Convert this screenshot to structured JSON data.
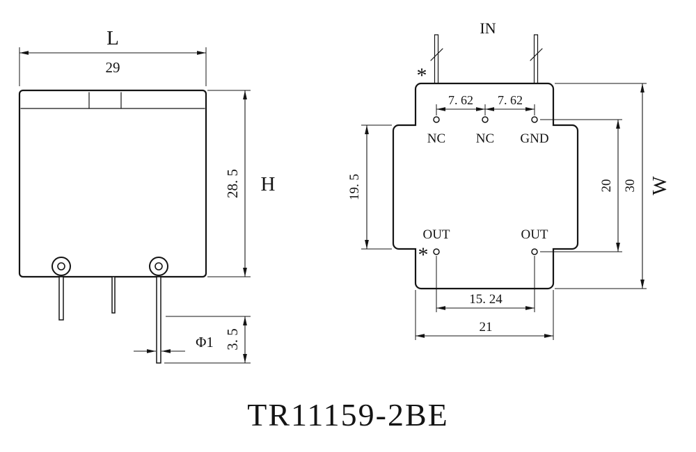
{
  "title": "TR11159-2BE",
  "side_view": {
    "length_letter": "L",
    "length_value": "29",
    "height_value": "28. 5",
    "height_letter": "H",
    "pin_protrusion_value": "3. 5",
    "pin_diameter_value": "Φ1"
  },
  "bottom_view": {
    "in_label": "IN",
    "pin1_star_top": "*",
    "pin1_star_bottom": "*",
    "pitch_left_value": "7. 62",
    "pitch_right_value": "7. 62",
    "top_pin_labels": [
      "NC",
      "NC",
      "GND"
    ],
    "bottom_pin_labels": [
      "OUT",
      "OUT"
    ],
    "inner_span_value": "19. 5",
    "row_spacing_value": "20",
    "overall_height_value": "30",
    "width_letter": "W",
    "out_pitch_value": "15. 24",
    "overall_width_value": "21"
  }
}
